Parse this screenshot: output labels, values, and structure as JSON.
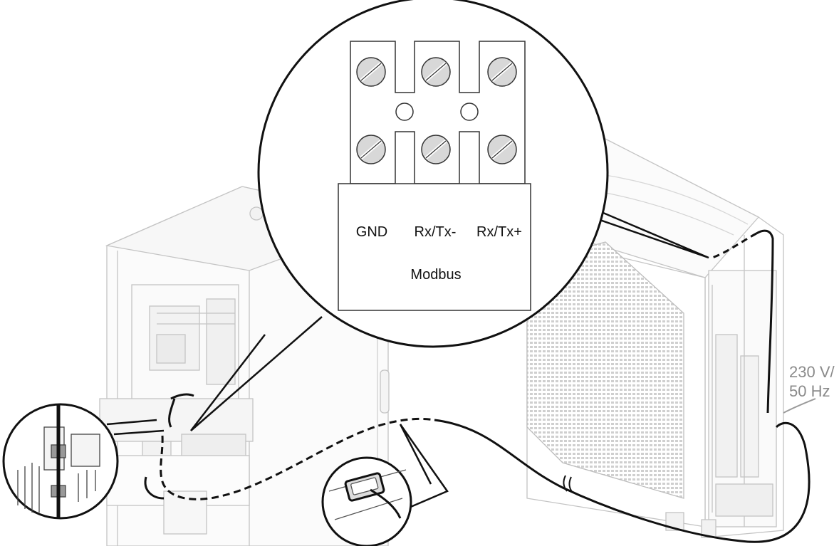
{
  "terminal": {
    "labels": [
      "GND",
      "Rx/Tx-",
      "Rx/Tx+"
    ],
    "bus_label": "Modbus"
  },
  "power": {
    "line1": "230 V/",
    "line2": "50 Hz"
  },
  "colors": {
    "line": "#111111",
    "equipment": "#c4c4c4",
    "power_text": "#8a8a8a"
  }
}
